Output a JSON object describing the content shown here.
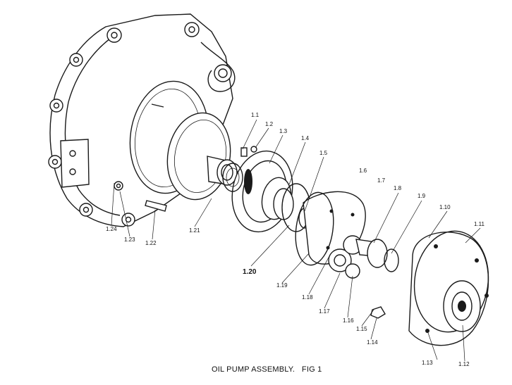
{
  "caption": "OIL PUMP ASSEMBLY.   FIG 1",
  "parts": [
    {
      "id": "p1-1",
      "label": "1.1"
    },
    {
      "id": "p1-2",
      "label": "1.2"
    },
    {
      "id": "p1-3",
      "label": "1.3"
    },
    {
      "id": "p1-4",
      "label": "1.4"
    },
    {
      "id": "p1-5",
      "label": "1.5"
    },
    {
      "id": "p1-6",
      "label": "1.6"
    },
    {
      "id": "p1-7",
      "label": "1.7"
    },
    {
      "id": "p1-8",
      "label": "1.8"
    },
    {
      "id": "p1-9",
      "label": "1.9"
    },
    {
      "id": "p1-10",
      "label": "1.10"
    },
    {
      "id": "p1-11",
      "label": "1.11"
    },
    {
      "id": "p1-12",
      "label": "1.12"
    },
    {
      "id": "p1-13",
      "label": "1.13"
    },
    {
      "id": "p1-14",
      "label": "1.14"
    },
    {
      "id": "p1-15",
      "label": "1.15"
    },
    {
      "id": "p1-16",
      "label": "1.16"
    },
    {
      "id": "p1-17",
      "label": "1.17"
    },
    {
      "id": "p1-18",
      "label": "1.18"
    },
    {
      "id": "p1-19",
      "label": "1.19"
    },
    {
      "id": "p1-20",
      "label": "1.20"
    },
    {
      "id": "p1-21",
      "label": "1.21"
    },
    {
      "id": "p1-22",
      "label": "1.22"
    },
    {
      "id": "p1-23",
      "label": "1.23"
    },
    {
      "id": "p1-24",
      "label": "1.24"
    }
  ]
}
